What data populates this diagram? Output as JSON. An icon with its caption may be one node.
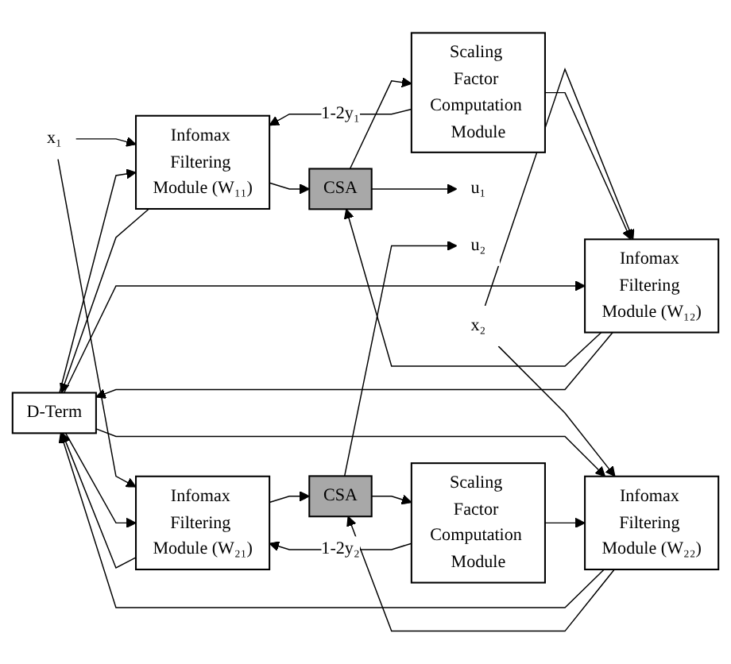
{
  "diagram": {
    "nodes": [
      {
        "text": [
          "x₁"
        ]
      },
      {
        "text": [
          "x₂"
        ]
      },
      {
        "text": [
          "u₁"
        ]
      },
      {
        "text": [
          "u₂"
        ]
      },
      {
        "text": [
          "Infomax Filtering Module (W₁₁)"
        ]
      },
      {
        "text": [
          "Infomax Filtering Module (W₁₂)"
        ]
      },
      {
        "text": [
          "CSA"
        ]
      },
      {
        "text": [
          "Scaling Factor Computation Module"
        ]
      },
      {
        "text": [
          "D-Term"
        ]
      },
      {
        "text": [
          "Infomax Filtering Module (W₂₁)"
        ]
      },
      {
        "text": [
          "Infomax Filtering Module (W₂₂)"
        ]
      },
      {
        "text": [
          "CSA"
        ]
      },
      {
        "text": [
          "Scaling Factor Computation Module"
        ]
      }
    ],
    "edges": [
      {
        "from": 0,
        "to": 4,
        "arrow": "to"
      },
      {
        "from": 0,
        "to": 9,
        "arrow": "to"
      },
      {
        "from": 1,
        "to": 5,
        "arrow": "to"
      },
      {
        "from": 1,
        "to": 10,
        "arrow": "to"
      },
      {
        "from": 4,
        "to": 6,
        "arrow": "to"
      },
      {
        "from": 5,
        "to": 6,
        "arrow": "to"
      },
      {
        "from": 6,
        "to": 2,
        "arrow": "to"
      },
      {
        "from": 6,
        "to": 7,
        "arrow": "to"
      },
      {
        "from": 7,
        "to": 4,
        "arrow": "to",
        "label": "1-2y₁"
      },
      {
        "from": 7,
        "to": 5,
        "arrow": "to"
      },
      {
        "from": 4,
        "to": 8,
        "arrow": "to"
      },
      {
        "from": 5,
        "to": 8,
        "arrow": "to"
      },
      {
        "from": 9,
        "to": 8,
        "arrow": "to"
      },
      {
        "from": 10,
        "to": 8,
        "arrow": "to"
      },
      {
        "from": 8,
        "to": 4,
        "arrow": "to"
      },
      {
        "from": 8,
        "to": 5,
        "arrow": "to"
      },
      {
        "from": 8,
        "to": 9,
        "arrow": "to"
      },
      {
        "from": 8,
        "to": 10,
        "arrow": "to"
      },
      {
        "from": 9,
        "to": 11,
        "arrow": "to"
      },
      {
        "from": 10,
        "to": 11,
        "arrow": "to"
      },
      {
        "from": 11,
        "to": 3,
        "arrow": "to"
      },
      {
        "from": 11,
        "to": 12,
        "arrow": "to"
      },
      {
        "from": 12,
        "to": 9,
        "arrow": "to",
        "label": "1-2y₂"
      },
      {
        "from": 12,
        "to": 10,
        "arrow": "to"
      }
    ]
  }
}
